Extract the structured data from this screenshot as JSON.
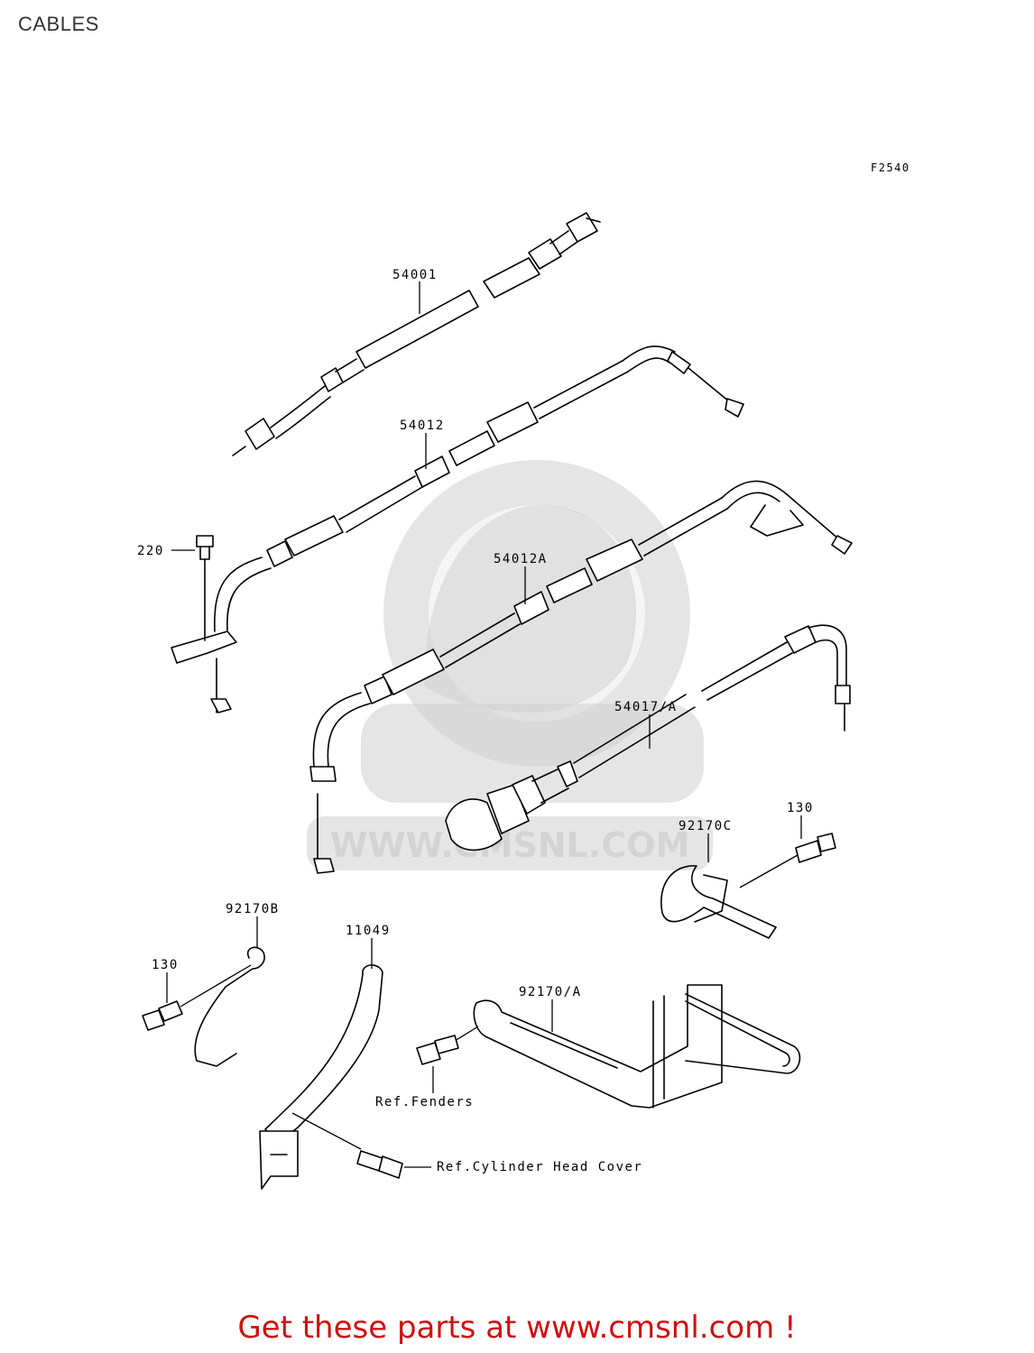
{
  "page": {
    "title": "CABLES"
  },
  "diagram": {
    "figure_code": "F2540",
    "watermark": "WWW.CMSNL.COM",
    "callouts": {
      "speedo_cable": "54001",
      "throttle_cable": "54012",
      "throttle_cable_a": "54012A",
      "choke_cable": "54017/A",
      "bolt_220": "220",
      "bolt_130_right": "130",
      "clamp_c": "92170C",
      "clamp_b": "92170B",
      "bolt_130_left": "130",
      "bracket": "11049",
      "clamp_a": "92170/A",
      "ref_fenders": "Ref.Fenders",
      "ref_cylinder_head": "Ref.Cylinder Head Cover"
    }
  },
  "footer": {
    "text": "Get these parts at www.cmsnl.com !"
  }
}
